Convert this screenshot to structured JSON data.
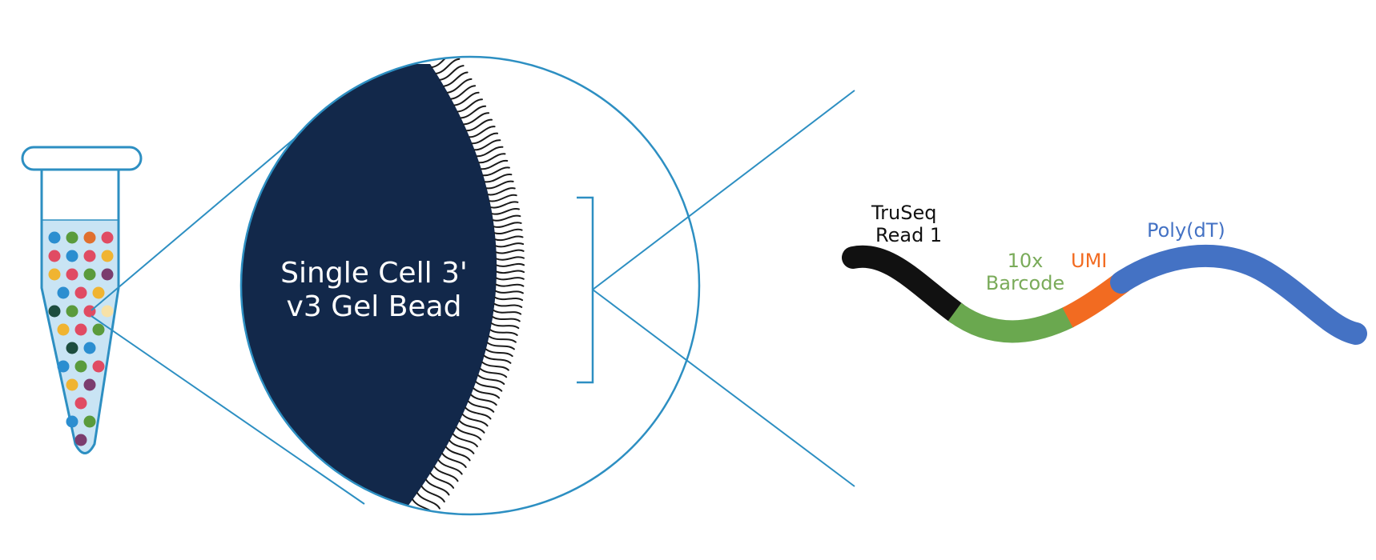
{
  "bead": {
    "label_line1": "Single Cell 3'",
    "label_line2": "v3 Gel Bead",
    "fill_color": "#12284a",
    "outline_color": "#2d8fc2",
    "strand_count": 70
  },
  "tube": {
    "outline_color": "#2d8fc2",
    "liquid_color": "#c9e4f4",
    "bead_rows": [
      [
        "#2b8ed0",
        "#5a9b3c",
        "#e0702f",
        "#e04b63"
      ],
      [
        "#e04b63",
        "#2b8ed0",
        "#e04b63",
        "#f0b431"
      ],
      [
        "#f0b431",
        "#e04b63",
        "#5a9b3c",
        "#7b3d6e"
      ],
      [
        "#2b8ed0",
        "#e04b63",
        "#f0b431"
      ],
      [
        "#1d4d3f",
        "#5a9b3c",
        "#e04b63",
        "#f7e2a8"
      ],
      [
        "#f0b431",
        "#e04b63",
        "#5a9b3c"
      ],
      [
        "#1d4d3f",
        "#2b8ed0"
      ],
      [
        "#2b8ed0",
        "#5a9b3c",
        "#e04b63"
      ],
      [
        "#f0b431",
        "#7b3d6e"
      ],
      [
        "#e04b63"
      ],
      [
        "#2b8ed0",
        "#5a9b3c"
      ],
      [
        "#7b3d6e"
      ]
    ]
  },
  "oligo": {
    "segments": [
      {
        "id": "truseq",
        "label_lines": [
          "TruSeq",
          "Read 1"
        ],
        "color": "#111111",
        "label_color": "#111111"
      },
      {
        "id": "barcode",
        "label_lines": [
          "10x",
          "Barcode"
        ],
        "color": "#6aa84f",
        "label_color": "#7aab5a"
      },
      {
        "id": "umi",
        "label_lines": [
          "UMI"
        ],
        "color": "#f26b21",
        "label_color": "#f26b21"
      },
      {
        "id": "polydt",
        "label_lines": [
          "Poly(dT)"
        ],
        "color": "#4472c4",
        "label_color": "#4472c4"
      }
    ]
  },
  "colors": {
    "zoom_lines": "#2d8fc2",
    "strands": "#1a1a1a"
  }
}
